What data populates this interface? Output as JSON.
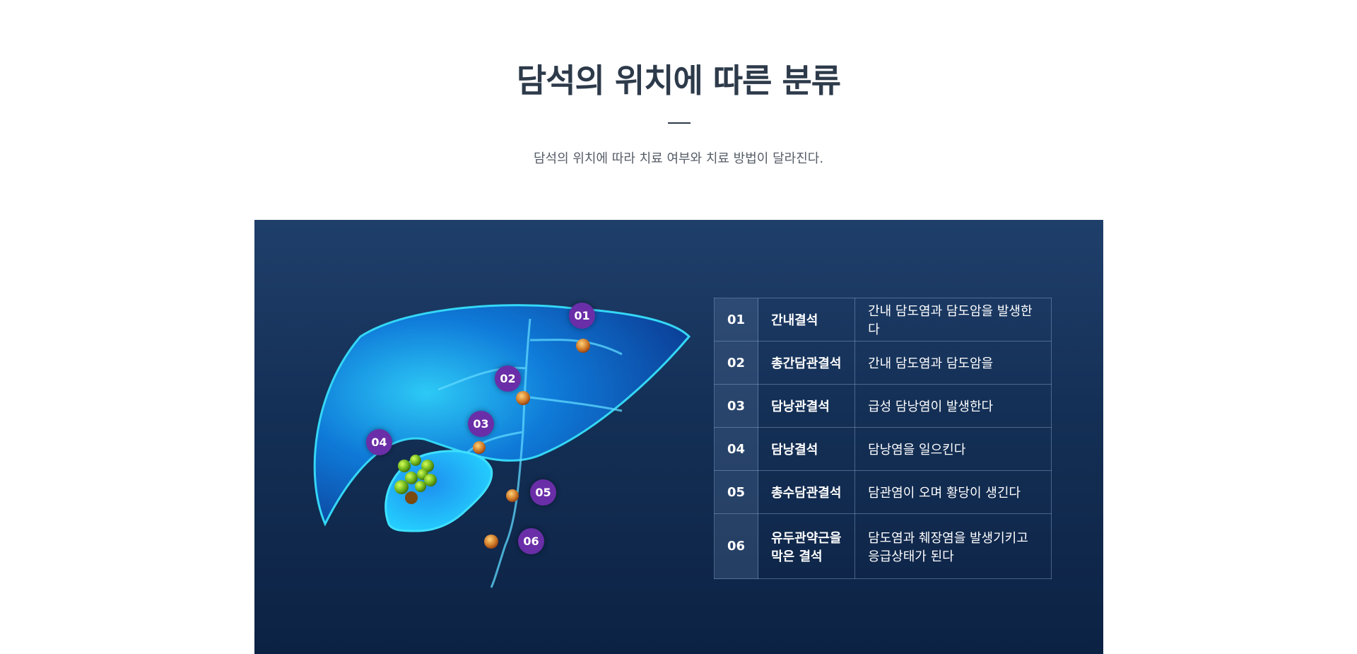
{
  "header": {
    "title": "담석의 위치에 따른 분류",
    "subtitle": "담석의 위치에 따라 치료 여부와 치료 방법이 달라진다."
  },
  "markers": [
    "01",
    "02",
    "03",
    "04",
    "05",
    "06"
  ],
  "table": [
    {
      "num": "01",
      "name": "간내결석",
      "desc": "간내 담도염과 담도암을 발생한다"
    },
    {
      "num": "02",
      "name": "총간담관결석",
      "desc": "간내 담도염과 담도암을"
    },
    {
      "num": "03",
      "name": "담낭관결석",
      "desc": "급성 담낭염이 발생한다"
    },
    {
      "num": "04",
      "name": "담낭결석",
      "desc": "담낭염을 일으킨다"
    },
    {
      "num": "05",
      "name": "총수담관결석",
      "desc": "담관염이 오며 황당이 생긴다"
    },
    {
      "num": "06",
      "name": "유두관약근을 막은 결석",
      "desc": "담도염과 췌장염을 발생기키고 응급상태가 된다"
    }
  ],
  "colors": {
    "panel_top": "#1f3f6b",
    "panel_bottom": "#0c2244",
    "marker": "#6a2ea8",
    "liver": "#16a6f0",
    "title": "#2d3a4a"
  }
}
